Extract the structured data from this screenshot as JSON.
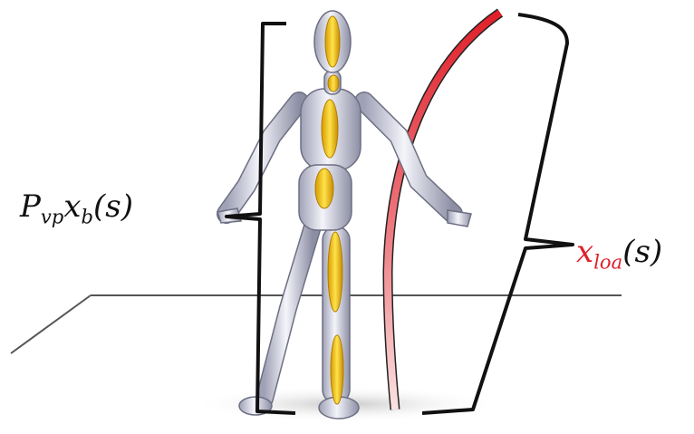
{
  "labels": {
    "left": {
      "P": "P",
      "P_sub": "vp",
      "x": "x",
      "x_sub": "b",
      "arg": "(s)"
    },
    "right": {
      "x": "x",
      "x_sub": "loa",
      "arg": "(s)"
    }
  },
  "colors": {
    "mannequin_body": "#d9dae6",
    "joint_highlight": "#f2c200",
    "trajectory": "#e0202a",
    "bracket": "#111111",
    "ground": "#555555"
  }
}
